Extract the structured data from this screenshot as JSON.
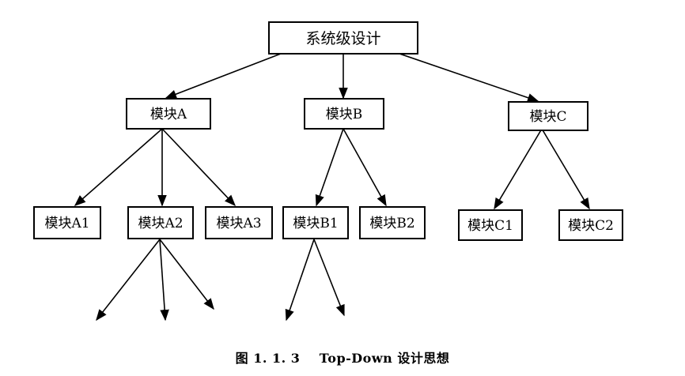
{
  "diagram": {
    "type": "tree",
    "root": {
      "label": "系统级设计"
    },
    "modules": [
      {
        "label": "模块A"
      },
      {
        "label": "模块B"
      },
      {
        "label": "模块C"
      }
    ],
    "submodules": [
      {
        "label": "模块A1",
        "parent": "模块A"
      },
      {
        "label": "模块A2",
        "parent": "模块A"
      },
      {
        "label": "模块A3",
        "parent": "模块A"
      },
      {
        "label": "模块B1",
        "parent": "模块B"
      },
      {
        "label": "模块B2",
        "parent": "模块B"
      },
      {
        "label": "模块C1",
        "parent": "模块C"
      },
      {
        "label": "模块C2",
        "parent": "模块C"
      }
    ],
    "open_branches": [
      {
        "from": "模块A2",
        "count": 3
      },
      {
        "from": "模块B1",
        "count": 2
      }
    ]
  },
  "caption": {
    "number": "图 1. 1. 3",
    "text": "Top-Down 设计思想"
  },
  "colors": {
    "line": "#000000",
    "box_fill": "#ffffff",
    "background": "#ffffff"
  }
}
